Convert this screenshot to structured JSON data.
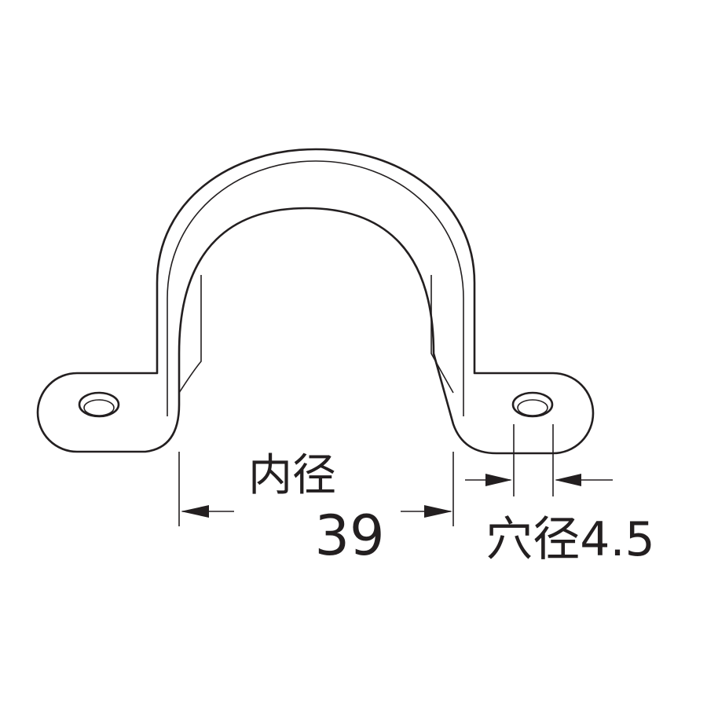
{
  "labels": {
    "inner_diameter_label": "内径",
    "inner_diameter_value": "39",
    "hole_diameter_label": "穴径4.5"
  },
  "colors": {
    "line": "#231f20",
    "background": "#ffffff"
  }
}
